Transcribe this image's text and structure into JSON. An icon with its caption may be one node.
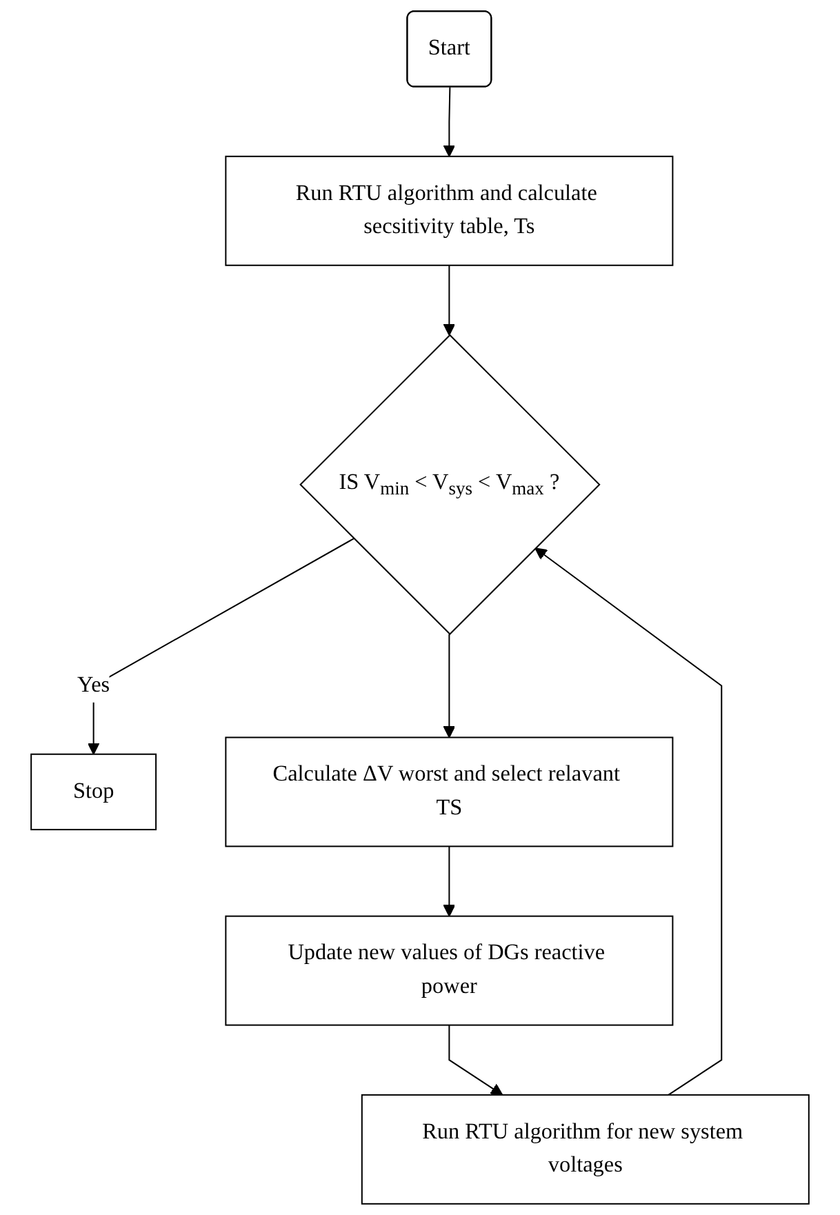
{
  "diagram": {
    "nodes": [
      {
        "text": [
          "Start"
        ]
      },
      {
        "text": [
          "Run RTU algorithm and calculate secsitivity table, Ts"
        ]
      },
      {
        "text": [
          "IS V$_{min}$ < V$_{sys}$ < V$_{max}$ ?"
        ]
      },
      {
        "text": [
          "Stop"
        ]
      },
      {
        "text": [
          "Calculate ΔV worst and select relavant TS"
        ]
      },
      {
        "text": [
          "Update new values of DGs reactive power"
        ]
      },
      {
        "text": [
          "Run RTU algorithm for new system voltages"
        ]
      }
    ],
    "edges": [
      {
        "from": 0,
        "to": 1,
        "arrow": "to"
      },
      {
        "from": 1,
        "to": 2,
        "arrow": "to"
      },
      {
        "from": 2,
        "to": 3,
        "arrow": "to",
        "label": "Yes"
      },
      {
        "from": 2,
        "to": 4,
        "arrow": "to"
      },
      {
        "from": 4,
        "to": 5,
        "arrow": "to"
      },
      {
        "from": 5,
        "to": 6,
        "arrow": "to"
      },
      {
        "from": 6,
        "to": 2,
        "arrow": "to"
      }
    ]
  }
}
